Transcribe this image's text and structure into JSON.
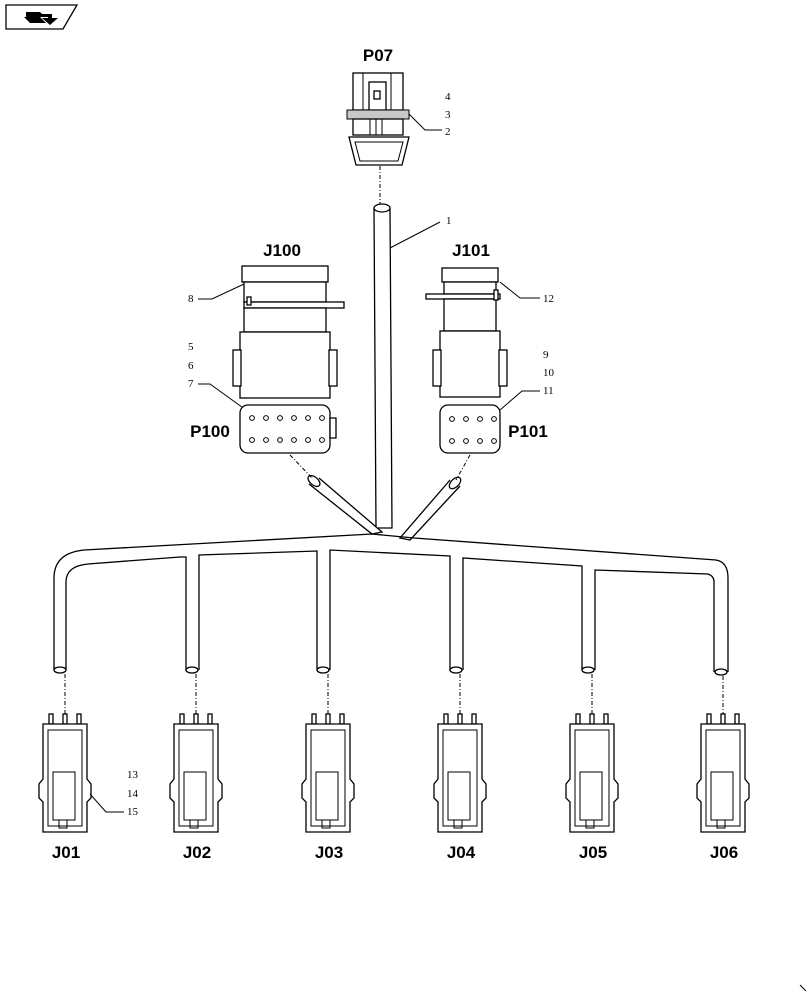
{
  "connectors": {
    "p07": "P07",
    "j100": "J100",
    "j101": "J101",
    "p100": "P100",
    "p101": "P101",
    "j01": "J01",
    "j02": "J02",
    "j03": "J03",
    "j04": "J04",
    "j05": "J05",
    "j06": "J06"
  },
  "callouts": {
    "c1": "1",
    "c2": "2",
    "c3": "3",
    "c4": "4",
    "c5": "5",
    "c6": "6",
    "c7": "7",
    "c8": "8",
    "c9": "9",
    "c10": "10",
    "c11": "11",
    "c12": "12",
    "c13": "13",
    "c14": "14",
    "c15": "15"
  },
  "icons": {
    "corner_badge": "next-page-arrow-icon"
  }
}
